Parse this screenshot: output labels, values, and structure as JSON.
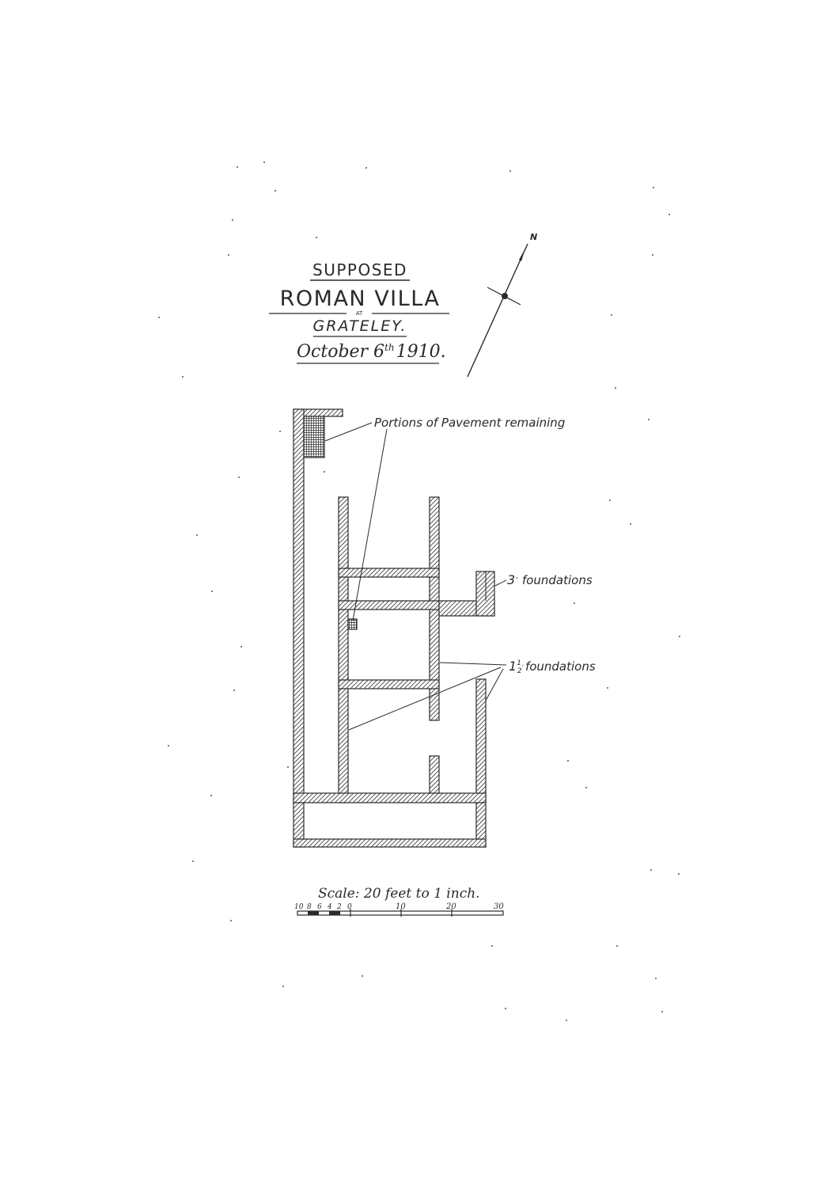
{
  "title": {
    "line1": "SUPPOSED",
    "line2": "ROMAN VILLA",
    "connector": "AT",
    "line3": "GRATELEY.",
    "date_main": "October 6",
    "date_sup": "th",
    "date_year": "1910."
  },
  "north_arrow": {
    "label": "N"
  },
  "annotations": {
    "pavement": "Portions of Pavement remaining",
    "three_ft_num": "3",
    "three_ft_text": "foundations",
    "one_half_num": "1",
    "one_half_frac": "1",
    "one_half_den": "2",
    "one_half_text": "foundations"
  },
  "scale": {
    "caption": "Scale: 20 feet to 1 inch.",
    "ticks": [
      "10",
      "8",
      "6",
      "4",
      "2",
      "0",
      "10",
      "20",
      "30"
    ]
  },
  "colors": {
    "ink": "#2a2a2a",
    "paper": "#ffffff"
  }
}
